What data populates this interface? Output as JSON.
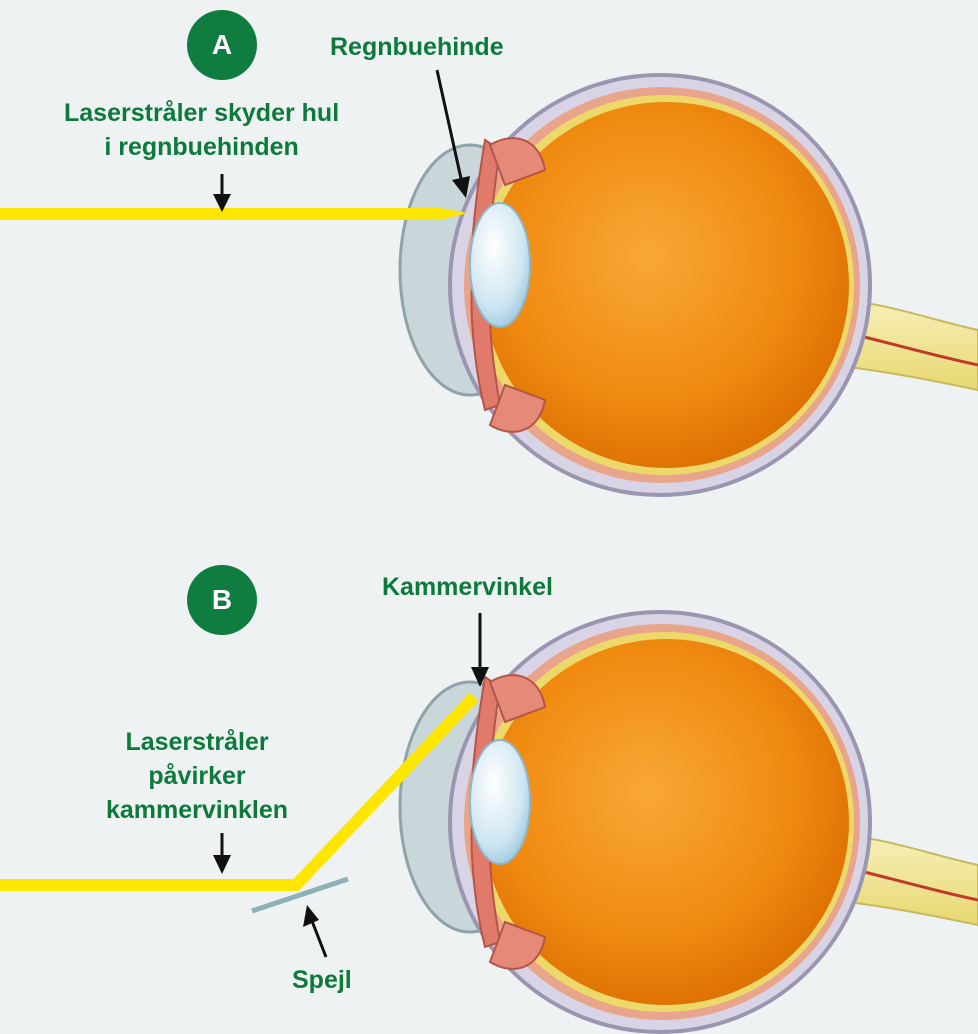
{
  "colors": {
    "background": "#eef2f3",
    "label_green": "#0d7a3c",
    "badge_green": "#0f7d3f",
    "laser_yellow": "#ffe600",
    "eye_orange": "#f08a10",
    "arrow": "#111111"
  },
  "panels": [
    {
      "badge": "A",
      "top_label": "Regnbuehinde",
      "laser_label": [
        "Laserstråler skyder hul",
        "i regnbuehinden"
      ]
    },
    {
      "badge": "B",
      "top_label": "Kammervinkel",
      "laser_label": [
        "Laserstråler",
        "påvirker",
        "kammervinklen"
      ],
      "mirror_label": "Spejl"
    }
  ]
}
